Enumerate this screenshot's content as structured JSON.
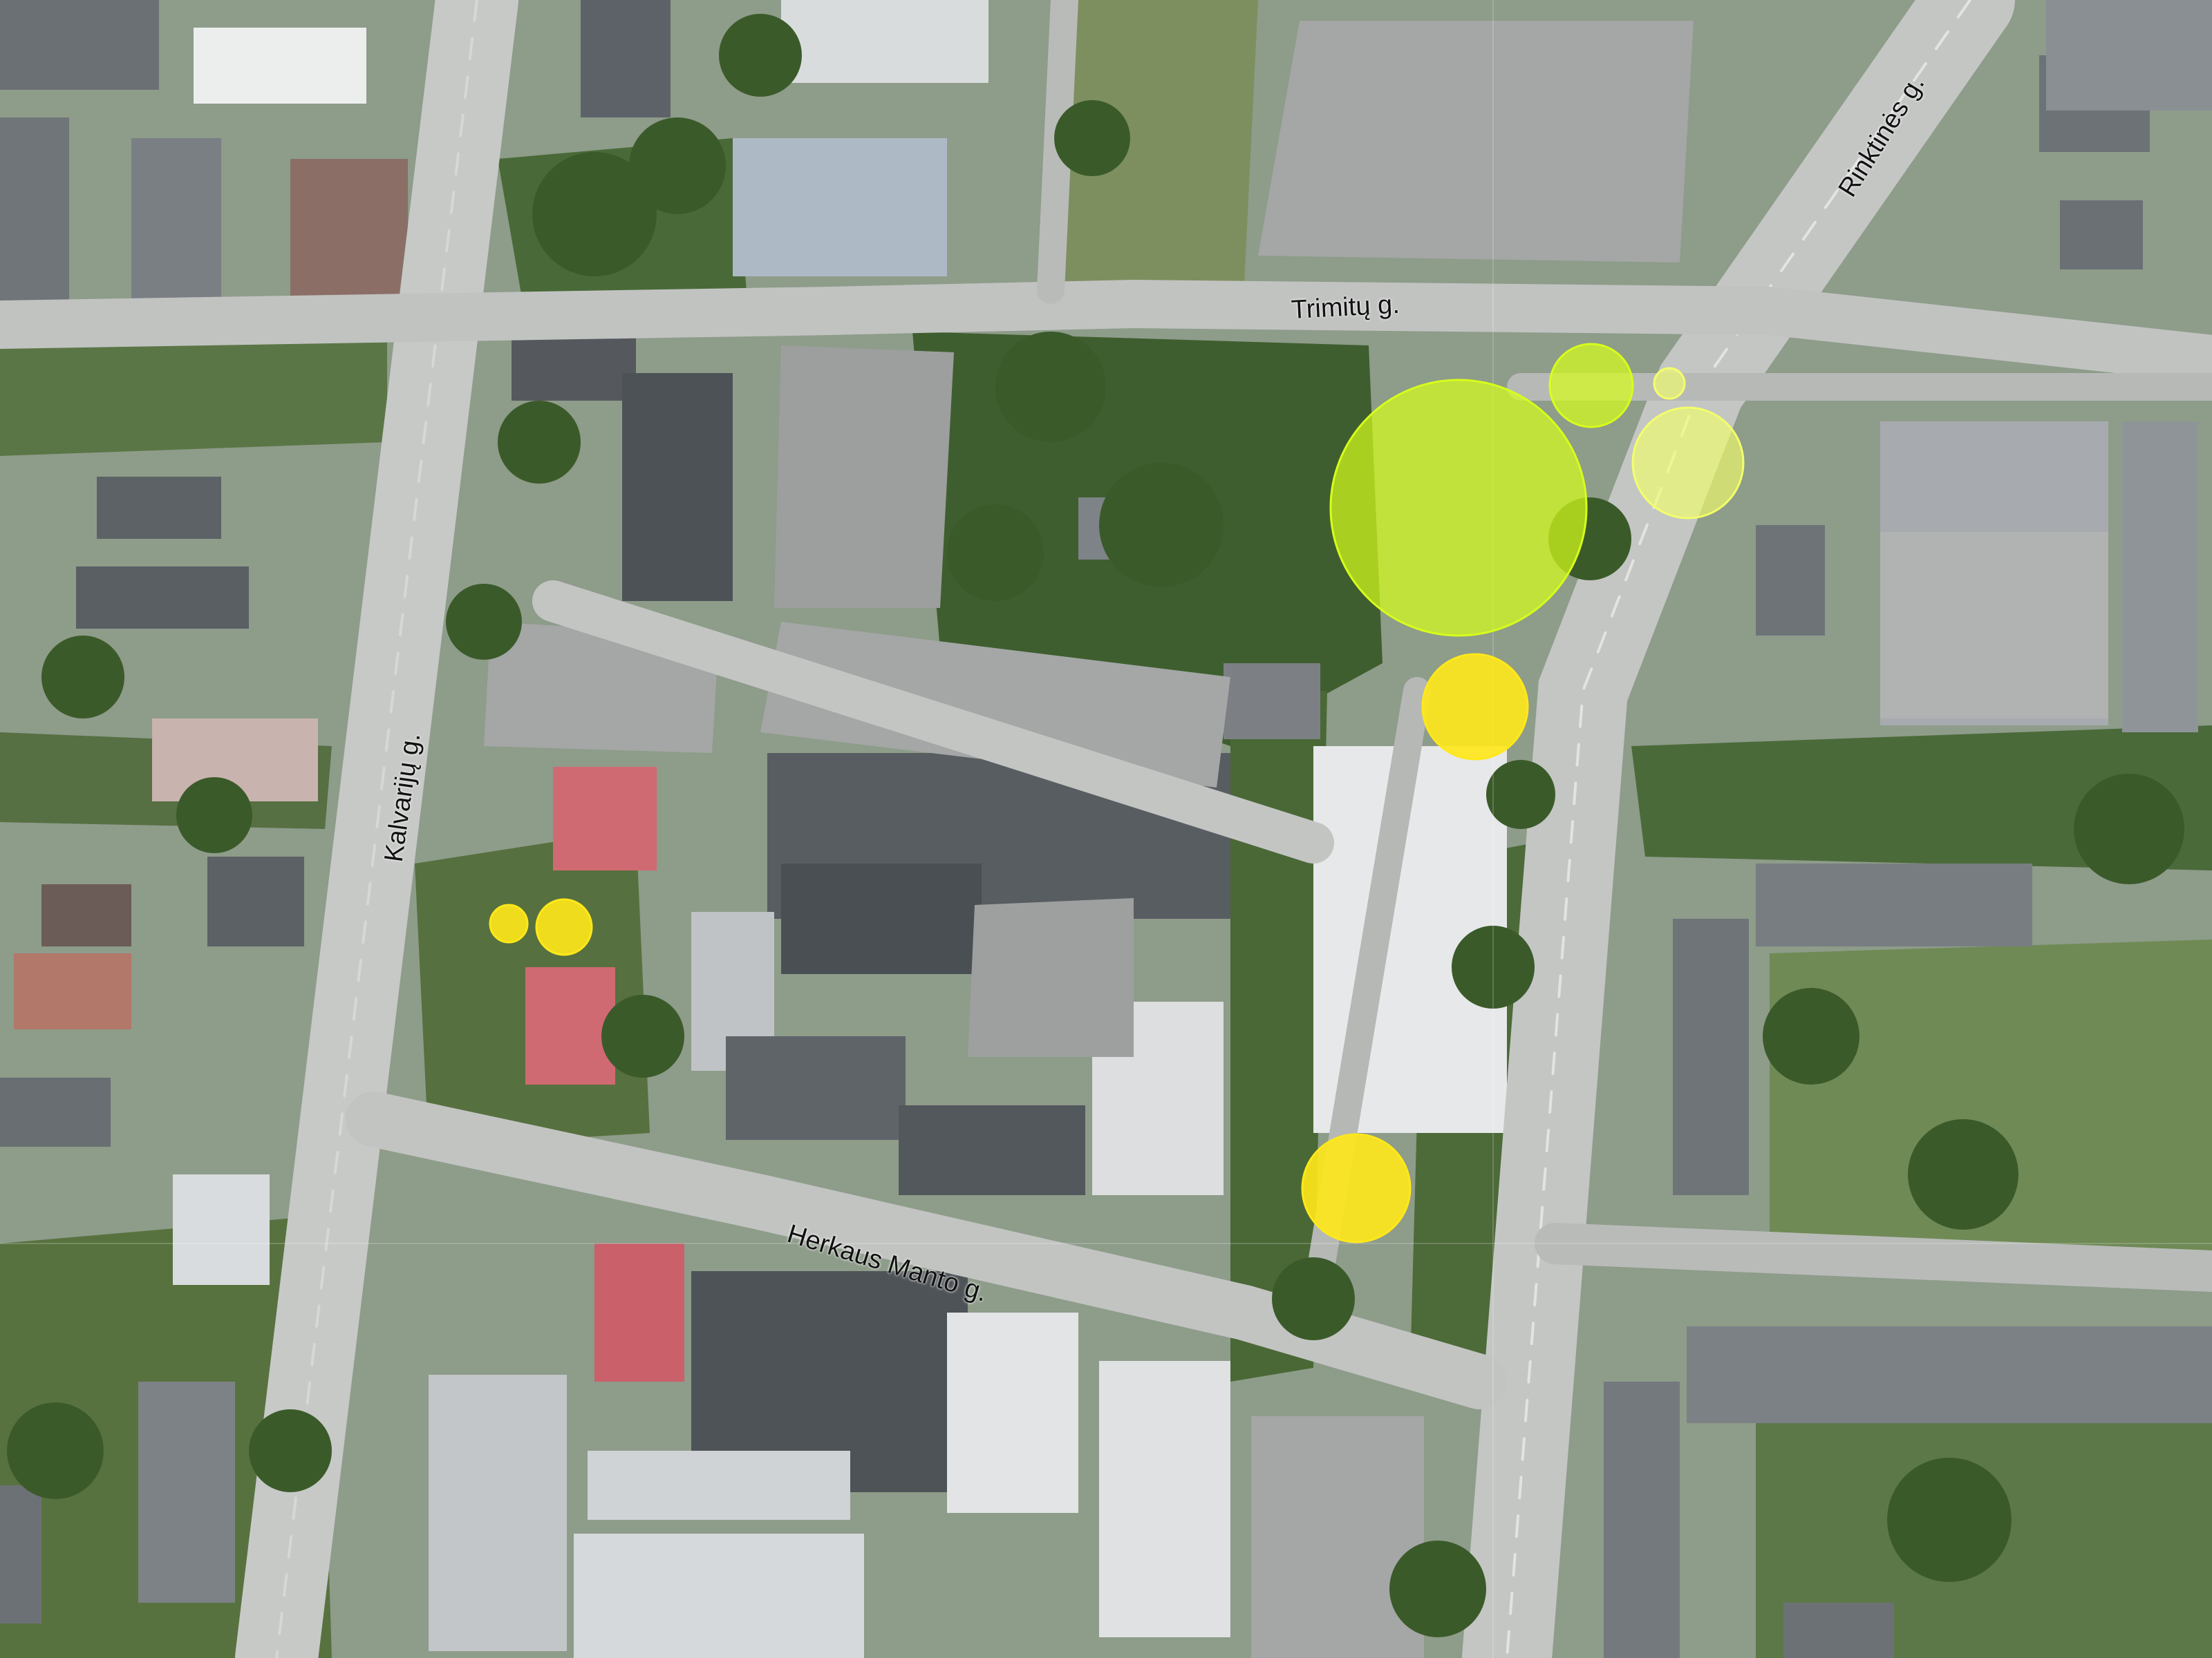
{
  "map": {
    "street_labels": [
      {
        "id": "trimitu",
        "text": "Trimitų g."
      },
      {
        "id": "rinktines",
        "text": "Rinktinės g."
      },
      {
        "id": "kalvariju",
        "text": "Kalvarijų g."
      },
      {
        "id": "herkaus-manto",
        "text": "Herkaus Manto g."
      }
    ],
    "markers": {
      "colors": {
        "lime": "#d7ff1a",
        "yellow": "#ffe81a",
        "pale": "#f3ff6a"
      },
      "items": [
        {
          "id": "m1",
          "tone": "lime"
        },
        {
          "id": "m2",
          "tone": "lime"
        },
        {
          "id": "m3",
          "tone": "pale"
        },
        {
          "id": "m4",
          "tone": "pale"
        },
        {
          "id": "m5",
          "tone": "yellow"
        },
        {
          "id": "m6",
          "tone": "yellow"
        },
        {
          "id": "m7",
          "tone": "yellow"
        },
        {
          "id": "m8",
          "tone": "yellow"
        }
      ]
    }
  }
}
